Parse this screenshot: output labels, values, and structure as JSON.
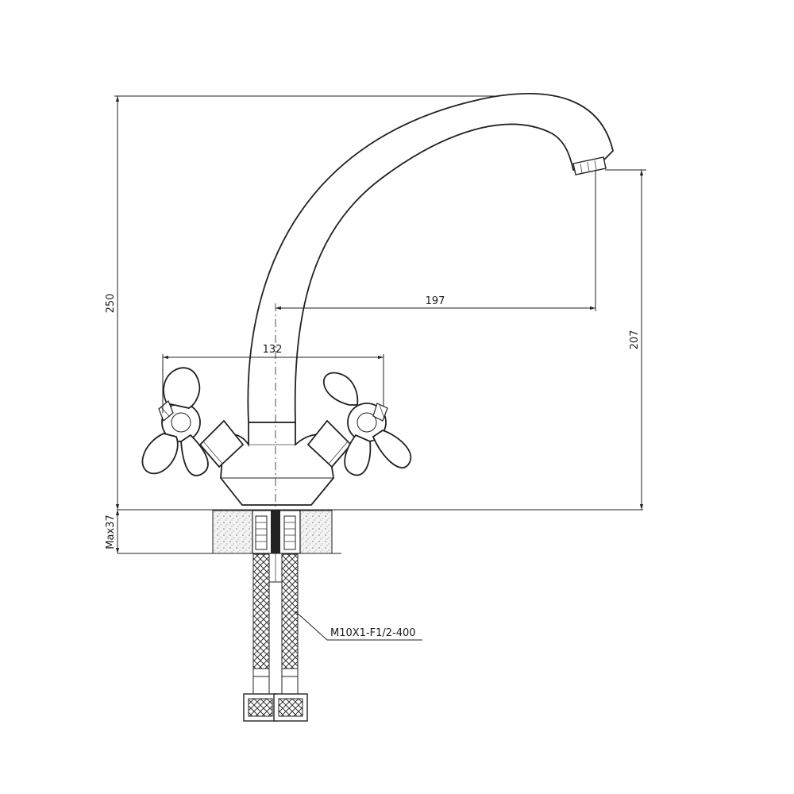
{
  "drawing": {
    "dimensions": {
      "total_height": "250",
      "spout_reach": "197",
      "handle_spacing": "132",
      "spout_height": "207",
      "max_thickness": "Max37"
    },
    "callouts": {
      "hose_spec": "M10X1-F1/2-400"
    },
    "colors": {
      "line": "#222222",
      "background": "#ffffff"
    }
  }
}
